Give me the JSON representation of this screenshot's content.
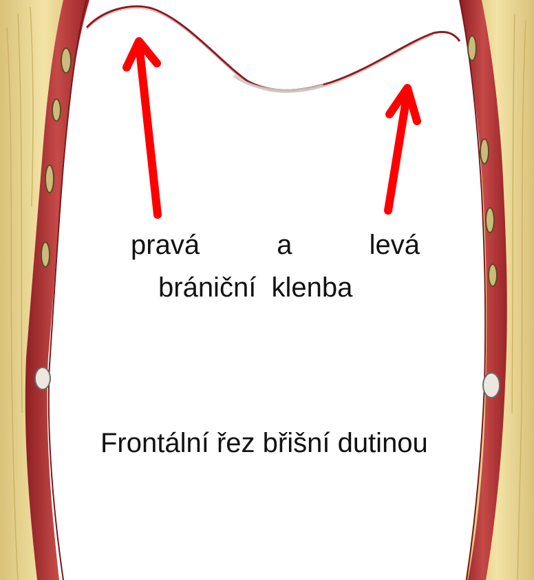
{
  "labels": {
    "right": "pravá",
    "and": "a",
    "left": "levá",
    "line2": "brániční  klenba"
  },
  "caption": "Frontální řez břišní dutinou",
  "colors": {
    "arrow": "#ff0000",
    "fat": "#e8d38f",
    "muscle": "#a8282c",
    "diaphragm_edge": "#8a1c22",
    "text": "#111111"
  }
}
